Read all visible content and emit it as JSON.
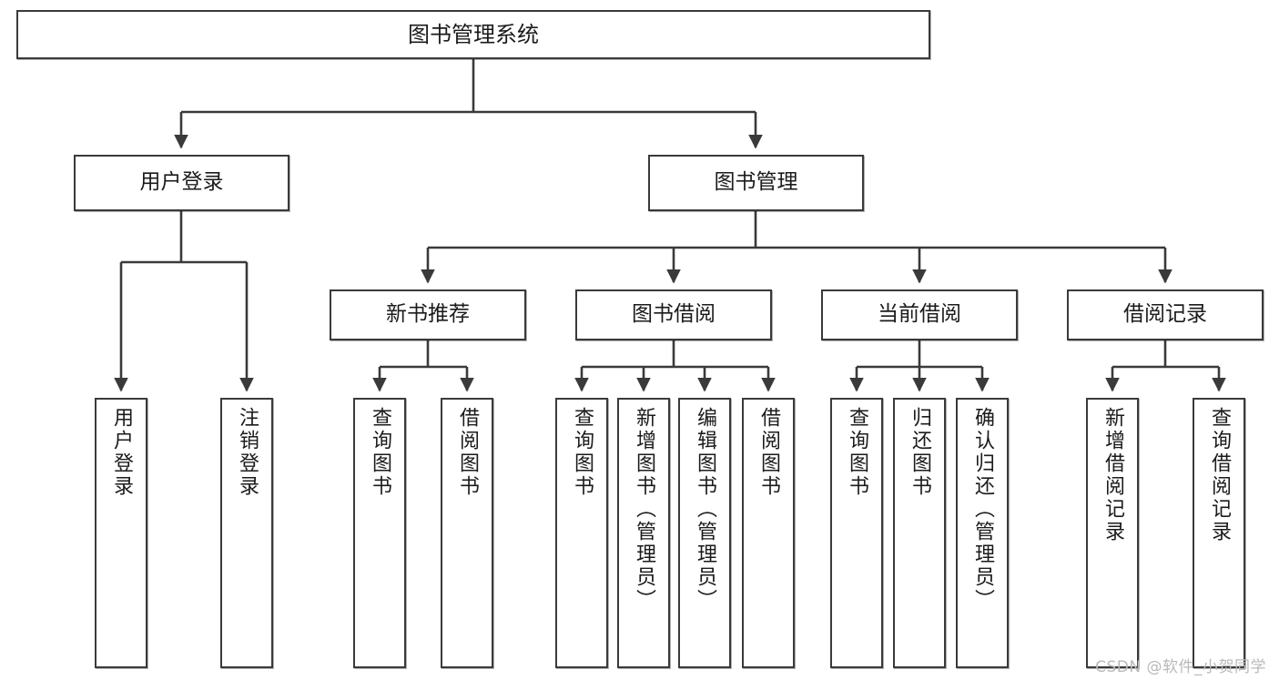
{
  "diagram": {
    "title": "图书管理系统",
    "watermark": "CSDN @软件_小贺同学",
    "colors": {
      "box_border": "#3a3a3a",
      "box_fill": "#ffffff",
      "edge": "#3a3a3a",
      "text": "#1b1b1b",
      "watermark": "#b9b9b9",
      "background": "#ffffff"
    },
    "nodes": {
      "root": {
        "label": "图书管理系统"
      },
      "level2": [
        {
          "label": "用户登录"
        },
        {
          "label": "图书管理"
        }
      ],
      "level3": [
        {
          "label": "新书推荐"
        },
        {
          "label": "图书借阅"
        },
        {
          "label": "当前借阅"
        },
        {
          "label": "借阅记录"
        }
      ],
      "leaves": {
        "user_login": [
          {
            "label": "用户登录"
          },
          {
            "label": "注销登录"
          }
        ],
        "new_book_recommend": [
          {
            "label": "查询图书"
          },
          {
            "label": "借阅图书"
          }
        ],
        "book_borrow": [
          {
            "label": "查询图书"
          },
          {
            "label": "新增图书（管理员）"
          },
          {
            "label": "编辑图书（管理员）"
          },
          {
            "label": "借阅图书"
          }
        ],
        "current_borrow": [
          {
            "label": "查询图书"
          },
          {
            "label": "归还图书"
          },
          {
            "label": "确认归还（管理员）"
          }
        ],
        "borrow_record": [
          {
            "label": "新增借阅记录"
          },
          {
            "label": "查询借阅记录"
          }
        ]
      }
    }
  }
}
